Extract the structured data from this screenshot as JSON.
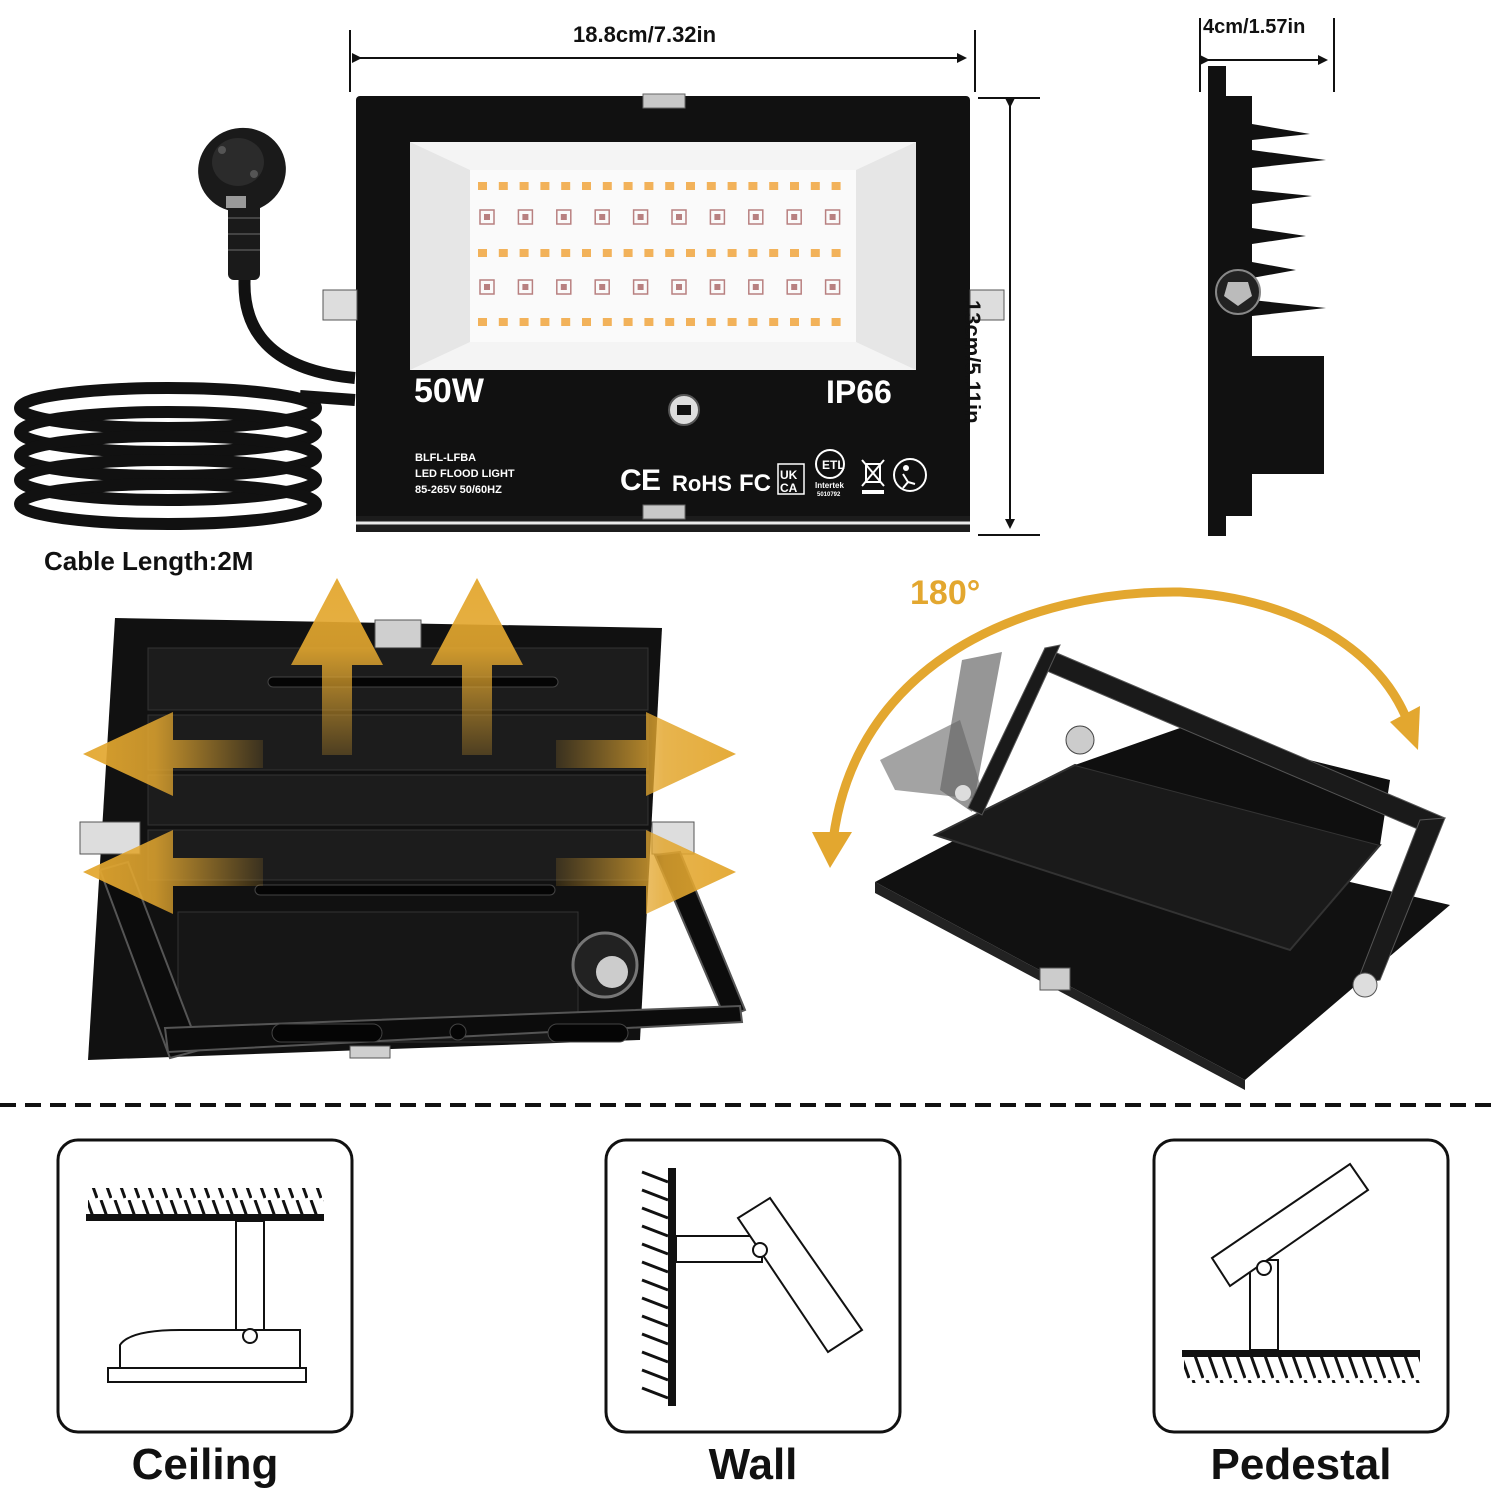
{
  "dimensions": {
    "width": "18.8cm/7.32in",
    "depth": "4cm/1.57in",
    "height": "13cm/5.11in",
    "cable": "Cable Length:2M"
  },
  "product": {
    "power": "50W",
    "ip_rating": "IP66",
    "model": "BLFL-LFBA",
    "type": "LED FLOOD LIGHT",
    "voltage": "85-265V 50/60HZ",
    "cert_rohs": "RoHS",
    "cert_fc": "FC",
    "cert_uk": "UK",
    "cert_ca": "CA",
    "cert_intertek": "Intertek",
    "cert_intertek_no": "5010792"
  },
  "rotation": {
    "angle": "180°"
  },
  "mounting": [
    {
      "label": "Ceiling"
    },
    {
      "label": "Wall"
    },
    {
      "label": "Pedestal"
    }
  ],
  "colors": {
    "accent": "#E3A72F",
    "body": "#111111",
    "panel": "#F4F4F4",
    "led_warm": "#F2B25A",
    "led_rgb": "#B88080"
  }
}
